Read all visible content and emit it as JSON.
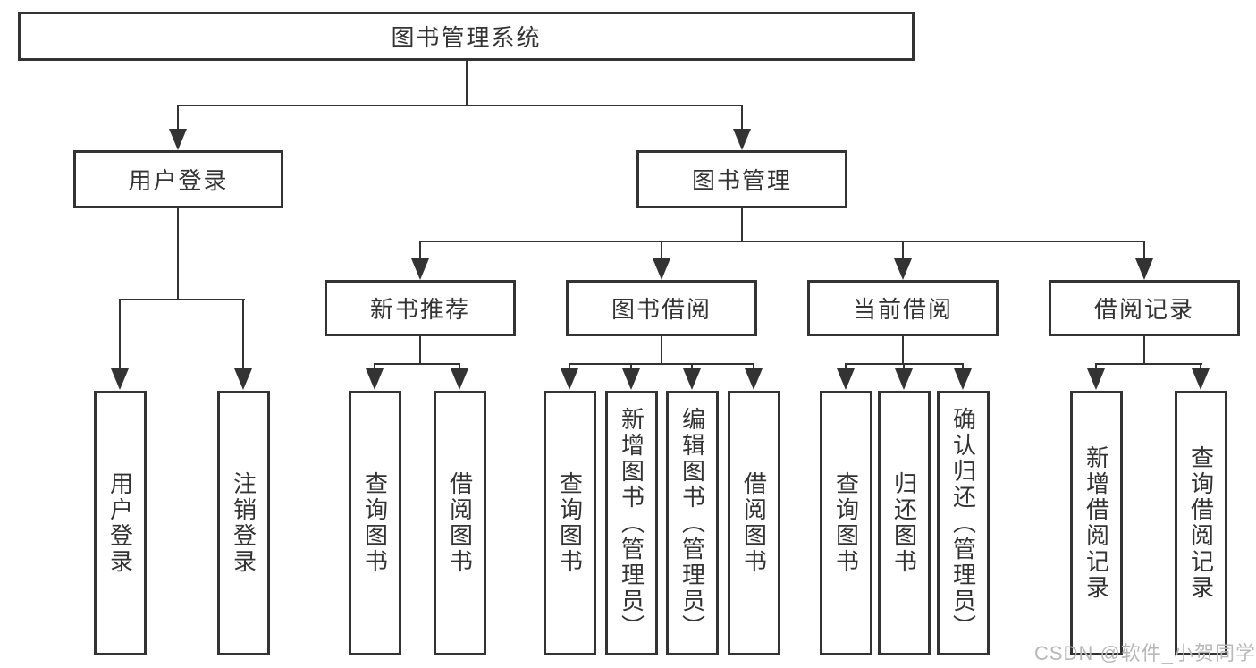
{
  "diagram": {
    "title": "图书管理系统",
    "root": "图书管理系统",
    "branches": [
      {
        "label": "用户登录",
        "children": [
          "用户登录",
          "注销登录"
        ]
      },
      {
        "label": "图书管理",
        "children": [
          {
            "label": "新书推荐",
            "children": [
              "查询图书",
              "借阅图书"
            ]
          },
          {
            "label": "图书借阅",
            "children": [
              "查询图书",
              "新增图书（管理员）",
              "编辑图书（管理员）",
              "借阅图书"
            ]
          },
          {
            "label": "当前借阅",
            "children": [
              "查询图书",
              "归还图书",
              "确认归还（管理员）"
            ]
          },
          {
            "label": "借阅记录",
            "children": [
              "新增借阅记录",
              "查询借阅记录"
            ]
          }
        ]
      }
    ]
  },
  "watermark": "CSDN @软件_小贺同学",
  "colors": {
    "line": "#333333",
    "text": "#333333",
    "watermark": "#b8b8b8",
    "bg": "#ffffff"
  }
}
